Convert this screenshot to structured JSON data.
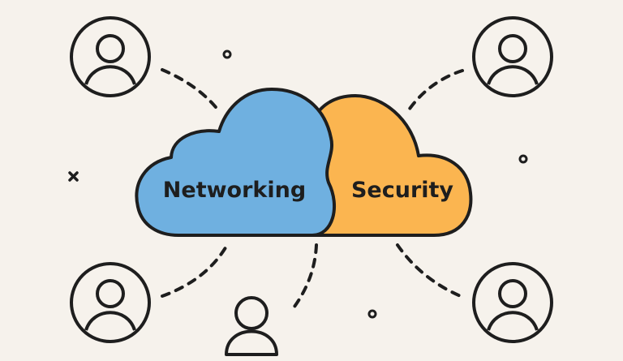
{
  "diagram": {
    "clouds": [
      {
        "id": "networking",
        "label": "Networking",
        "color": "#6fb0e0"
      },
      {
        "id": "security",
        "label": "Security",
        "color": "#fbb550"
      }
    ],
    "users": [
      {
        "id": "user-top-left",
        "style": "circled"
      },
      {
        "id": "user-top-right",
        "style": "circled"
      },
      {
        "id": "user-bottom-left",
        "style": "circled"
      },
      {
        "id": "user-bottom-center",
        "style": "plain"
      },
      {
        "id": "user-bottom-right",
        "style": "circled"
      }
    ],
    "stroke_color": "#1e1e1e",
    "background": "#f6f2ec"
  }
}
